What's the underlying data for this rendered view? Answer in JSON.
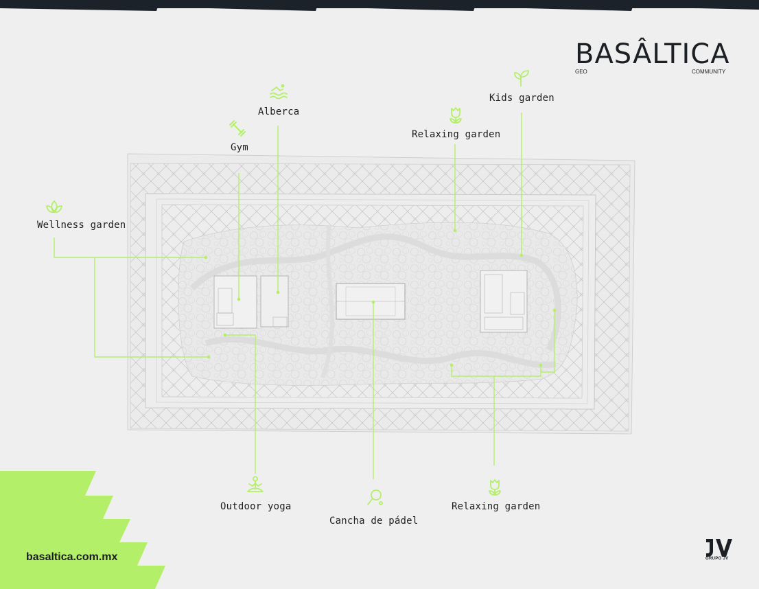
{
  "brand": {
    "name": "BASÂLTICA",
    "tag_left": "GEO",
    "tag_right": "COMMUNITY",
    "url": "basaltica.com.mx",
    "group_mark": "JV",
    "group_name": "GRUPO JV"
  },
  "colors": {
    "accent": "#b4ef6a",
    "dark": "#1c1f24",
    "background": "#efefef"
  },
  "amenities": [
    {
      "id": "wellness",
      "label": "Wellness garden",
      "icon": "leaf-icon"
    },
    {
      "id": "gym",
      "label": "Gym",
      "icon": "dumbbell-icon"
    },
    {
      "id": "alberca",
      "label": "Alberca",
      "icon": "swimmer-icon"
    },
    {
      "id": "relaxing-top",
      "label": "Relaxing garden",
      "icon": "tulip-icon"
    },
    {
      "id": "kids",
      "label": "Kids garden",
      "icon": "sprout-icon"
    },
    {
      "id": "yoga",
      "label": "Outdoor yoga",
      "icon": "yoga-icon"
    },
    {
      "id": "padel",
      "label": "Cancha de pádel",
      "icon": "padel-racket-icon"
    },
    {
      "id": "relaxing-bottom",
      "label": "Relaxing garden",
      "icon": "tulip-icon"
    }
  ]
}
